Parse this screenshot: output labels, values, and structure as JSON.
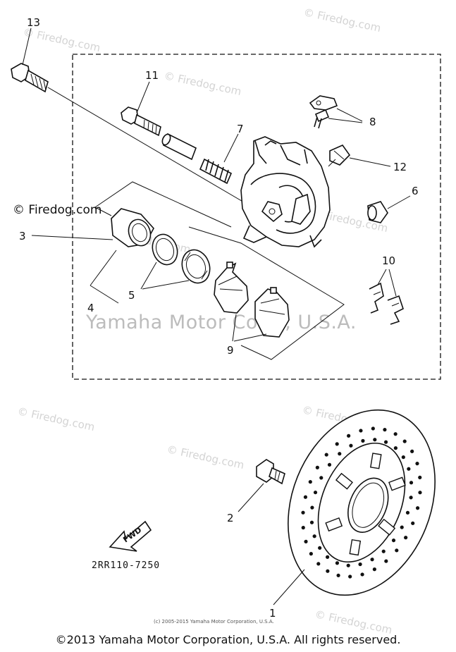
{
  "diagram": {
    "part_labels": [
      "1",
      "2",
      "3",
      "4",
      "5",
      "6",
      "7",
      "8",
      "9",
      "10",
      "11",
      "12",
      "13"
    ],
    "part_code": "2RR110-7250",
    "fwd_label": "FWD",
    "ghost_watermark": "Yamaha Motor Corp., U.S.A.",
    "watermarks": [
      "© Firedog.com",
      "© Firedog.com",
      "© Firedog.com",
      "© Firedog.com",
      "© Firedog.com",
      "© Firedog.com",
      "© Firedog.com",
      "© Firedog.com",
      "© Firedog.com"
    ],
    "side_watermark": "© Firedog.com",
    "small_credit": "(c) 2005-2015 Yamaha Motor Corporation, U.S.A.",
    "copyright": "©2013 Yamaha Motor Corporation, U.S.A. All rights reserved."
  },
  "colors": {
    "ink": "#111111",
    "watermark": "#d4d4d4",
    "background": "#ffffff"
  }
}
